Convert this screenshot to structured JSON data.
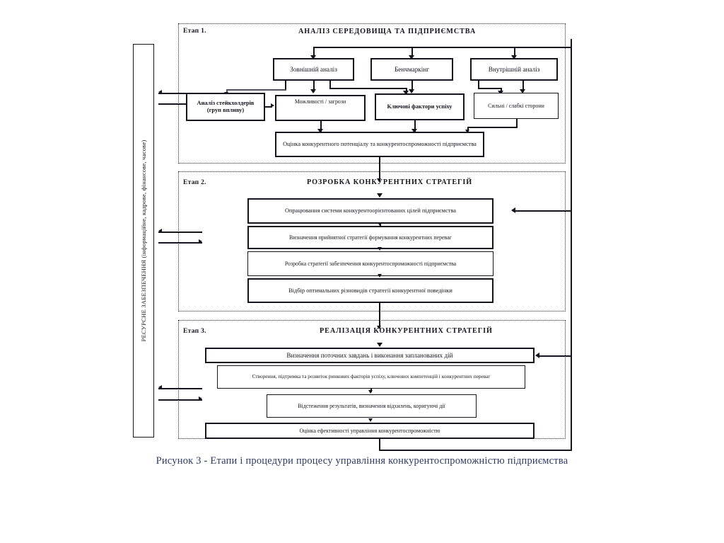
{
  "figure": {
    "caption": "Рисунок 3 - Етапи і процедури процесу управління конкурентоспроможністю підприємства"
  },
  "resource_bar": {
    "name": "РЕСУРСНЕ ЗАБЕЗПЕЧЕННЯ",
    "detail": "(інформаційне, кадрове, фінансове, часове)",
    "full_label": "РЕСУРСНЕ ЗАБЕЗПЕЧЕННЯ (інформаційне, кадрове, фінансове, часове)"
  },
  "stages": [
    {
      "number": "Етап 1.",
      "title": "АНАЛІЗ СЕРЕДОВИЩА ТА ПІДПРИЄМСТВА",
      "row1": [
        {
          "label": "Зовнішній аналіз"
        },
        {
          "label": "Бенчмаркінг"
        },
        {
          "label": "Внутрішній аналіз"
        }
      ],
      "row2": [
        {
          "label": "Аналіз стейкхолдерів (груп впливу)"
        },
        {
          "label": "Можливості / загрози"
        },
        {
          "label": "Ключові фактори успіху"
        },
        {
          "label": "Сильні / слабкі сторони"
        }
      ],
      "row3": [
        {
          "label": "Оцінка конкурентного потенціалу та конкурентоспроможності підприємства"
        }
      ]
    },
    {
      "number": "Етап 2.",
      "title": "РОЗРОБКА КОНКУРЕНТНИХ СТРАТЕГІЙ",
      "steps": [
        {
          "label": "Опрацювання системи конкурентоорієнтованих цілей підприємства"
        },
        {
          "label": "Визначення прийнятної стратегії формування конкурентних переваг"
        },
        {
          "label": "Розробка стратегії забезпечення конкурентоспроможності підприємства"
        },
        {
          "label": "Відбір оптимальних різновидів стратегії конкурентної поведінки"
        }
      ]
    },
    {
      "number": "Етап 3.",
      "title": "РЕАЛІЗАЦІЯ КОНКУРЕНТНИХ СТРАТЕГІЙ",
      "steps": [
        {
          "label": "Визначення поточних завдань і виконання запланованих дій"
        },
        {
          "label": "Створення, підтримка та розвиток ринкових факторів успіху, ключових компетенцій і конкурентних переваг"
        },
        {
          "label": "Відстеження результатів, визначення відхилень, коригуючі дії"
        },
        {
          "label": "Оцінка ефективності управління конкурентоспроможністю"
        }
      ]
    }
  ],
  "colors": {
    "ink": "#15151f",
    "caption": "#2d3a63",
    "background": "#ffffff"
  }
}
